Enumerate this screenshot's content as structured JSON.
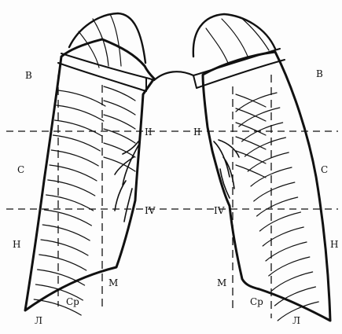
{
  "figure": {
    "labels": {
      "left": {
        "upper": "В",
        "middle": "С",
        "lower": "Н",
        "bottom": "Л",
        "rib_2": "II",
        "rib_4": "IV",
        "line_mid": "Ср",
        "line_med": "М"
      },
      "right": {
        "upper": "В",
        "middle": "С",
        "lower": "Н",
        "bottom": "Л",
        "rib_2": "II",
        "rib_4": "IV",
        "line_mid": "Ср",
        "line_med": "М"
      }
    },
    "colors": {
      "ink": "#111111",
      "paper": "#fdfdfd"
    }
  }
}
